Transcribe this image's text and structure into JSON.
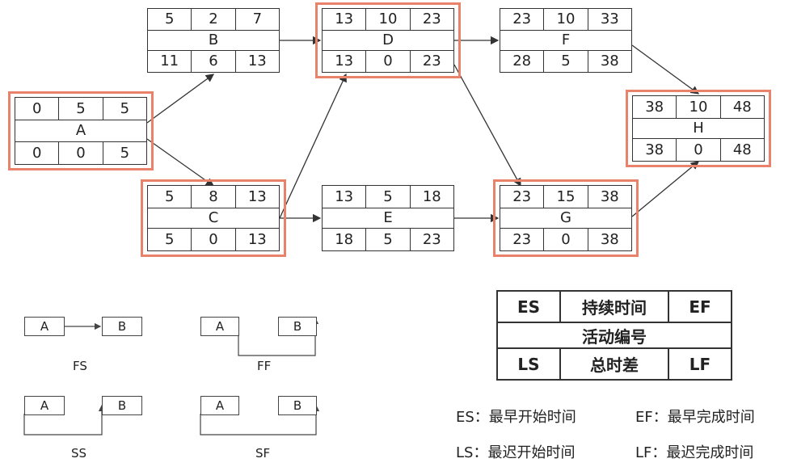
{
  "nodes": [
    {
      "id": "A",
      "es": "0",
      "dur": "5",
      "ef": "5",
      "ls": "0",
      "tf": "0",
      "lf": "5",
      "critical": true
    },
    {
      "id": "B",
      "es": "5",
      "dur": "2",
      "ef": "7",
      "ls": "11",
      "tf": "6",
      "lf": "13",
      "critical": false
    },
    {
      "id": "C",
      "es": "5",
      "dur": "8",
      "ef": "13",
      "ls": "5",
      "tf": "0",
      "lf": "13",
      "critical": true
    },
    {
      "id": "D",
      "es": "13",
      "dur": "10",
      "ef": "23",
      "ls": "13",
      "tf": "0",
      "lf": "23",
      "critical": true
    },
    {
      "id": "E",
      "es": "13",
      "dur": "5",
      "ef": "18",
      "ls": "18",
      "tf": "5",
      "lf": "23",
      "critical": false
    },
    {
      "id": "F",
      "es": "23",
      "dur": "10",
      "ef": "33",
      "ls": "28",
      "tf": "5",
      "lf": "38",
      "critical": false
    },
    {
      "id": "G",
      "es": "23",
      "dur": "15",
      "ef": "38",
      "ls": "23",
      "tf": "0",
      "lf": "38",
      "critical": true
    },
    {
      "id": "H",
      "es": "38",
      "dur": "10",
      "ef": "48",
      "ls": "38",
      "tf": "0",
      "lf": "48",
      "critical": true
    }
  ],
  "edges": [
    [
      "A",
      "B"
    ],
    [
      "A",
      "C"
    ],
    [
      "B",
      "D"
    ],
    [
      "C",
      "D"
    ],
    [
      "C",
      "E"
    ],
    [
      "D",
      "F"
    ],
    [
      "D",
      "G"
    ],
    [
      "E",
      "G"
    ],
    [
      "F",
      "H"
    ],
    [
      "G",
      "H"
    ]
  ],
  "legend": {
    "es": "ES",
    "duration": "持续时间",
    "ef": "EF",
    "activity": "活动编号",
    "ls": "LS",
    "total_float": "总时差",
    "lf": "LF"
  },
  "definitions": {
    "es": "ES：最早开始时间",
    "ef": "EF：最早完成时间",
    "ls": "LS：最迟开始时间",
    "lf": "LF：最迟完成时间"
  },
  "relations": {
    "fs": {
      "label": "FS",
      "from": "A",
      "to": "B"
    },
    "ff": {
      "label": "FF",
      "from": "A",
      "to": "B"
    },
    "ss": {
      "label": "SS",
      "from": "A",
      "to": "B"
    },
    "sf": {
      "label": "SF",
      "from": "A",
      "to": "B"
    }
  },
  "colors": {
    "critical_border": "#e8826a",
    "line": "#333333"
  }
}
